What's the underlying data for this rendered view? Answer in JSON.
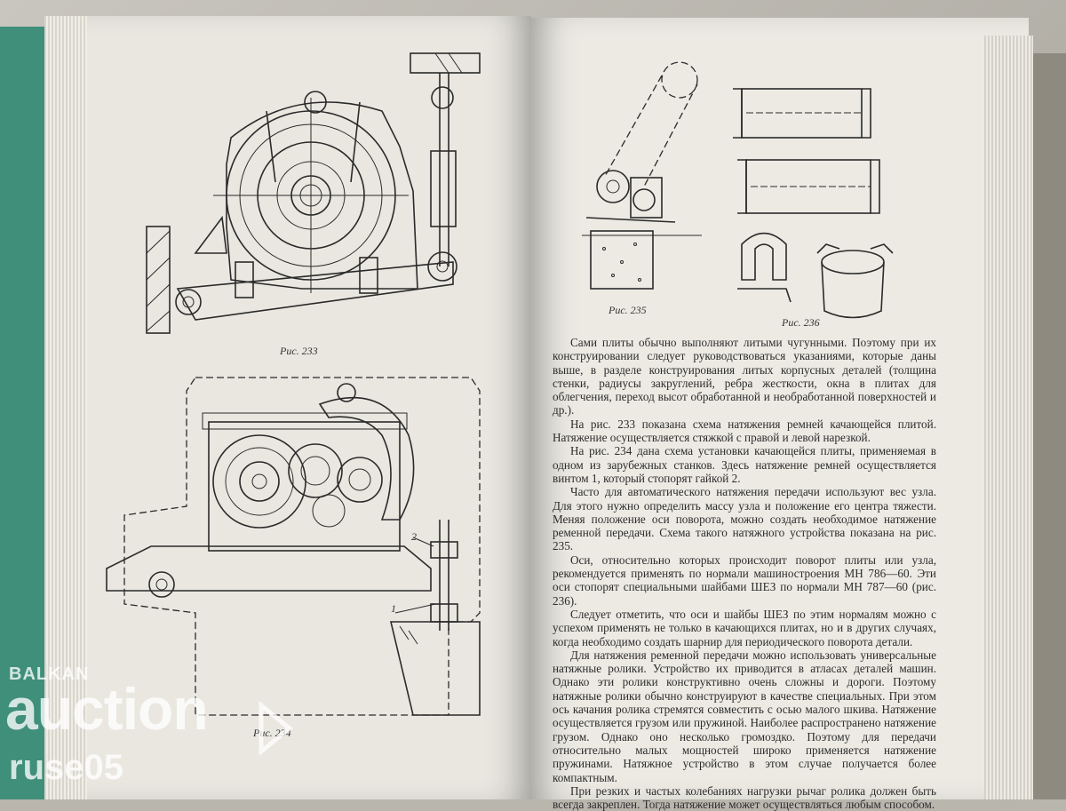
{
  "left_page": {
    "fig233_caption": "Рис. 233",
    "fig234_caption": "Рис. 234",
    "fig234_label_1": "1",
    "fig234_label_2": "2"
  },
  "right_page": {
    "fig235_caption": "Рис. 235",
    "fig236_caption": "Рис. 236",
    "paragraphs": [
      "Сами плиты обычно выполняют литыми чугунными. Поэтому при их конструировании следует руководствоваться указаниями, которые даны выше, в разделе конструирования литых корпусных деталей (толщина стенки, радиусы закруглений, ребра жесткости, окна в плитах для облегчения, переход высот обработанной и необработанной поверхностей и др.).",
      "На рис. 233 показана схема натяжения ремней качающейся плитой. Натяжение осуществляется стяжкой с правой и левой нарезкой.",
      "На рис. 234 дана схема установки качающейся плиты, применяемая в одном из зарубежных станков. Здесь натяжение ремней осуществляется винтом 1, который стопорят гайкой 2.",
      "Часто для автоматического натяжения передачи используют вес узла. Для этого нужно определить массу узла и положение его центра тяжести. Меняя положение оси поворота, можно создать необходимое натяжение ременной передачи. Схема такого натяжного устройства показана на рис. 235.",
      "Оси, относительно которых происходит поворот плиты или узла, рекомендуется применять по нормали машиностроения МН 786—60. Эти оси стопорят специальными шайбами ШЕЗ по нормали МН 787—60 (рис. 236).",
      "Следует отметить, что оси и шайбы ШЕЗ по этим нормалям можно с успехом применять не только в качающихся плитах, но и в других случаях, когда необходимо создать шарнир для периодического поворота детали.",
      "Для натяжения ременной передачи можно использовать универсальные натяжные ролики. Устройство их приводится в атласах деталей машин. Однако эти ролики конструктивно очень сложны и дороги. Поэтому натяжные ролики обычно конструируют в качестве специальных. При этом ось качания ролика стремятся совместить с осью малого шкива. Натяжение осуществляется грузом или пружиной. Наиболее распространено натяжение грузом. Однако оно несколько громоздко. Поэтому для передачи относительно малых мощностей широко применяется натяжение пружинами. Натяжное устройство в этом случае получается более компактным.",
      "При резких и частых колебаниях нагрузки рычаг ролика должен быть всегда закреплен. Тогда натяжение может осуществляться любым способом."
    ]
  },
  "watermark": {
    "line1": "BALKAN",
    "line2": "auction",
    "line3": "ruse05"
  }
}
